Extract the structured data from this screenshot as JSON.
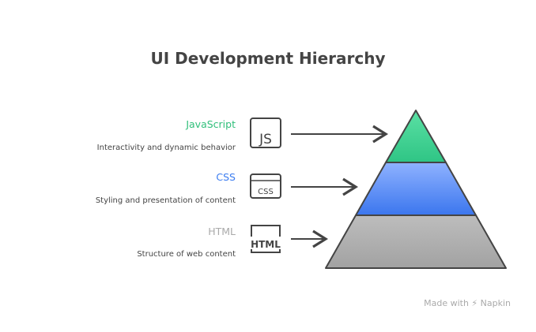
{
  "title": "UI Development Hierarchy",
  "layers": [
    {
      "name": "JavaScript",
      "description": "Interactivity and dynamic behavior",
      "icon": "js-icon",
      "icon_text": "JS",
      "color": "#3ec98a"
    },
    {
      "name": "CSS",
      "description": "Styling and presentation of content",
      "icon": "css-icon",
      "icon_text": "CSS",
      "color": "#4a86f0"
    },
    {
      "name": "HTML",
      "description": "Structure of web content",
      "icon": "html-icon",
      "icon_text": "HTML",
      "color": "#aaaaaa"
    }
  ],
  "footer": "Made with ⚡ Napkin"
}
